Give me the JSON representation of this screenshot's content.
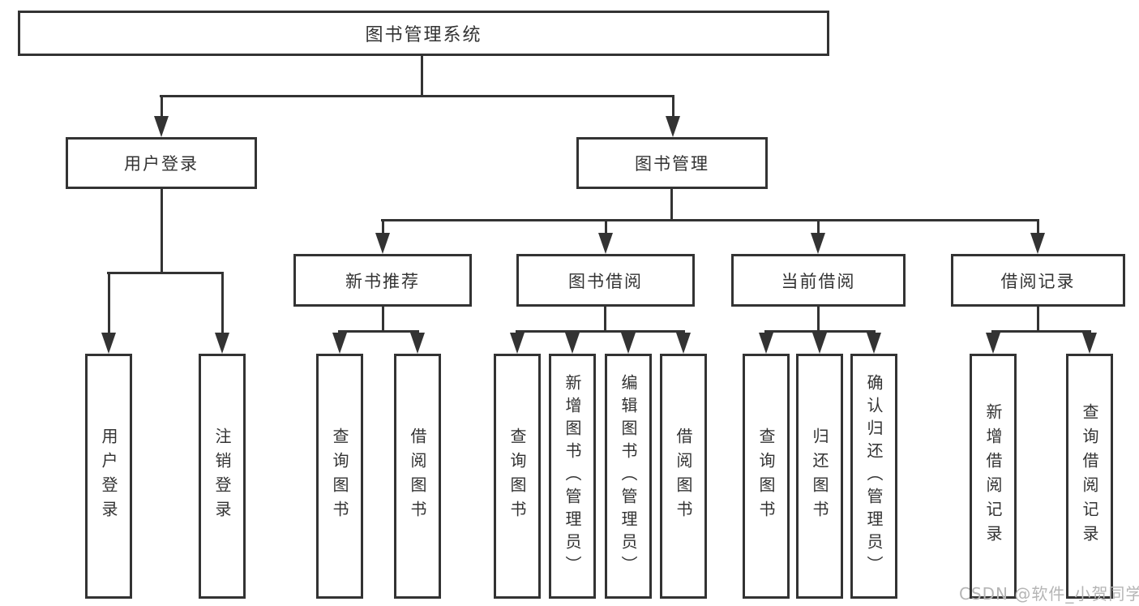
{
  "tree": {
    "root": {
      "label": "图书管理系统",
      "children": [
        {
          "label": "用户登录",
          "children": [
            {
              "label": "用户登录"
            },
            {
              "label": "注销登录"
            }
          ]
        },
        {
          "label": "图书管理",
          "children": [
            {
              "label": "新书推荐",
              "children": [
                {
                  "label": "查询图书"
                },
                {
                  "label": "借阅图书"
                }
              ]
            },
            {
              "label": "图书借阅",
              "children": [
                {
                  "label": "查询图书"
                },
                {
                  "label": "新增图书（管理员）"
                },
                {
                  "label": "编辑图书（管理员）"
                },
                {
                  "label": "借阅图书"
                }
              ]
            },
            {
              "label": "当前借阅",
              "children": [
                {
                  "label": "查询图书"
                },
                {
                  "label": "归还图书"
                },
                {
                  "label": "确认归还（管理员）"
                }
              ]
            },
            {
              "label": "借阅记录",
              "children": [
                {
                  "label": "新增借阅记录"
                },
                {
                  "label": "查询借阅记录"
                }
              ]
            }
          ]
        }
      ]
    }
  },
  "watermark": {
    "text": "CSDN @软件_小贺同学"
  },
  "colors": {
    "line": "#333333",
    "border": "#333333",
    "text": "#333333",
    "background": "#ffffff",
    "watermark": "#b5b5b5"
  }
}
